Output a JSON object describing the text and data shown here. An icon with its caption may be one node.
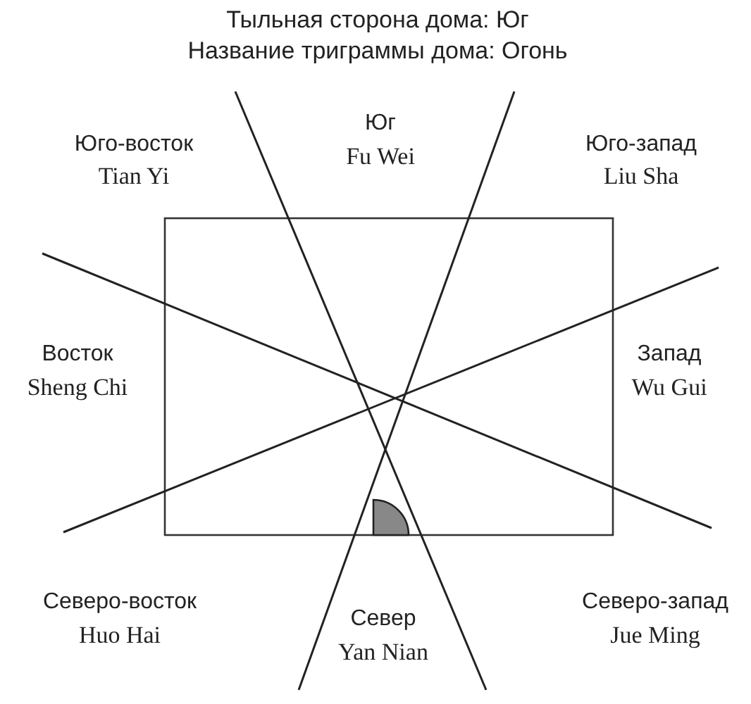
{
  "diagram": {
    "title": "Тыльная сторона дома: Юг",
    "labels": [
      "Название триграммы дома: Огонь",
      "Юго-восток",
      "Tian Yi",
      "Юг",
      "Fu Wei",
      "Юго-запад",
      "Liu Sha",
      "Восток",
      "Sheng Chi",
      "Запад",
      "Wu Gui",
      "Северо-восток",
      "Huo Hai",
      "Север",
      "Yan Nian",
      "Северо-запад",
      "Jue Ming"
    ]
  }
}
